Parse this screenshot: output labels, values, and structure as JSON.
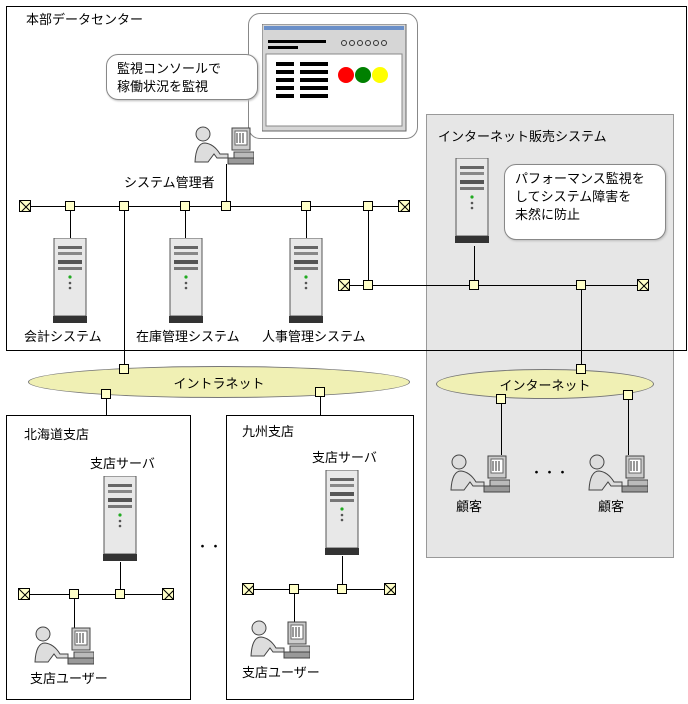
{
  "hq": {
    "title": "本部データセンター"
  },
  "monitor_callout": {
    "line1": "監視コンソールで",
    "line2": "稼働状況を監視"
  },
  "sysadmin": {
    "label": "システム管理者"
  },
  "systems": {
    "accounting": "会計システム",
    "inventory": "在庫管理システム",
    "hr": "人事管理システム"
  },
  "internet_sales": {
    "title": "インターネット販売システム"
  },
  "perf_callout": {
    "line1": "パフォーマンス監視を",
    "line2": "してシステム障害を",
    "line3": "未然に防止"
  },
  "intranet": {
    "label": "イントラネット"
  },
  "internet": {
    "label": "インターネット"
  },
  "customers": {
    "left": "顧客",
    "right": "顧客",
    "ellipsis": "・・・"
  },
  "hokkaido": {
    "title": "北海道支店",
    "server": "支店サーバ",
    "user": "支店ユーザー"
  },
  "kyushu": {
    "title": "九州支店",
    "server": "支店サーバ",
    "user": "支店ユーザー"
  },
  "branch_ellipsis": "・・",
  "colors": {
    "node_fill": "#ffffc8",
    "cloud_fill": "#f0f0b4",
    "gray_area": "#e6e6e6",
    "status_red": "#ff0000",
    "status_green": "#008000",
    "status_yellow": "#ffff00"
  },
  "icons": [
    "server-icon",
    "pc-user-icon",
    "monitor-console-icon",
    "terminator-icon"
  ]
}
